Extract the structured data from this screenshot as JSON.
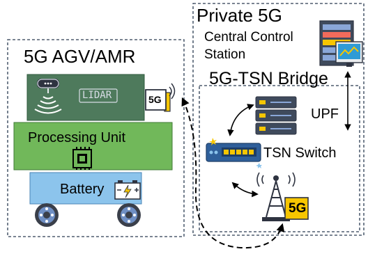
{
  "agv": {
    "title": "5G AGV/AMR",
    "lidar_label": "LIDAR",
    "processing_label": "Processing Unit",
    "battery_label": "Battery",
    "modem_badge": "5G"
  },
  "private5g": {
    "title": "Private 5G",
    "control_station_line1": "Central Control",
    "control_station_line2": "Station",
    "bridge": {
      "title": "5G-TSN Bridge",
      "upf_label": "UPF",
      "switch_label": "TSN Switch",
      "tower_badge": "5G"
    }
  },
  "colors": {
    "lidar_block": "#4e7a5c",
    "processing_block": "#71b85a",
    "battery_block": "#8cc4ec",
    "badge_yellow": "#f7c600",
    "server_dark": "#3f4a5c",
    "switch_blue": "#2f5f9a"
  },
  "icons": [
    "lidar-sensor-icon",
    "chip-icon",
    "battery-icon",
    "wheel-icon",
    "5g-modem-icon",
    "control-station-icon",
    "server-icon",
    "network-switch-icon",
    "5g-tower-icon"
  ]
}
